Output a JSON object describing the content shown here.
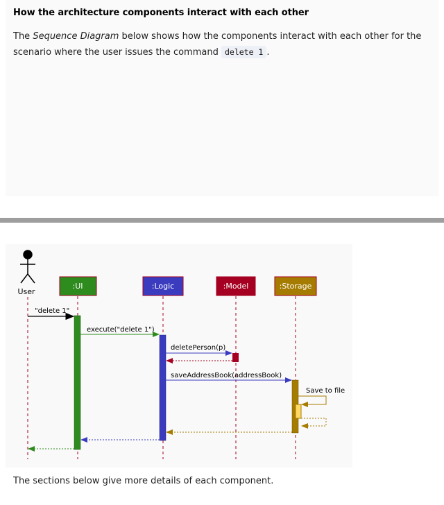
{
  "heading": "How the architecture components interact with each other",
  "intro": {
    "text_before": "The ",
    "emphasis": "Sequence Diagram",
    "text_after": " below shows how the components interact with each other for the scenario where the user issues the command ",
    "code": "delete 1",
    "end": "."
  },
  "diagram": {
    "actor": "User",
    "participants": {
      "ui": ":UI",
      "logic": ":Logic",
      "model": ":Model",
      "storage": ":Storage"
    },
    "messages": {
      "user_command": "\"delete 1\"",
      "execute": "execute(\"delete 1\")",
      "delete_person": "deletePerson(p)",
      "save_address_book": "saveAddressBook(addressBook)",
      "save_to_file": "Save to file"
    },
    "colors": {
      "ui": "#2e8b1e",
      "logic": "#3b3bbf",
      "model": "#a50021",
      "storage": "#a67c00",
      "storage_inner": "#ffd966"
    }
  },
  "footer": "The sections below give more details of each component."
}
